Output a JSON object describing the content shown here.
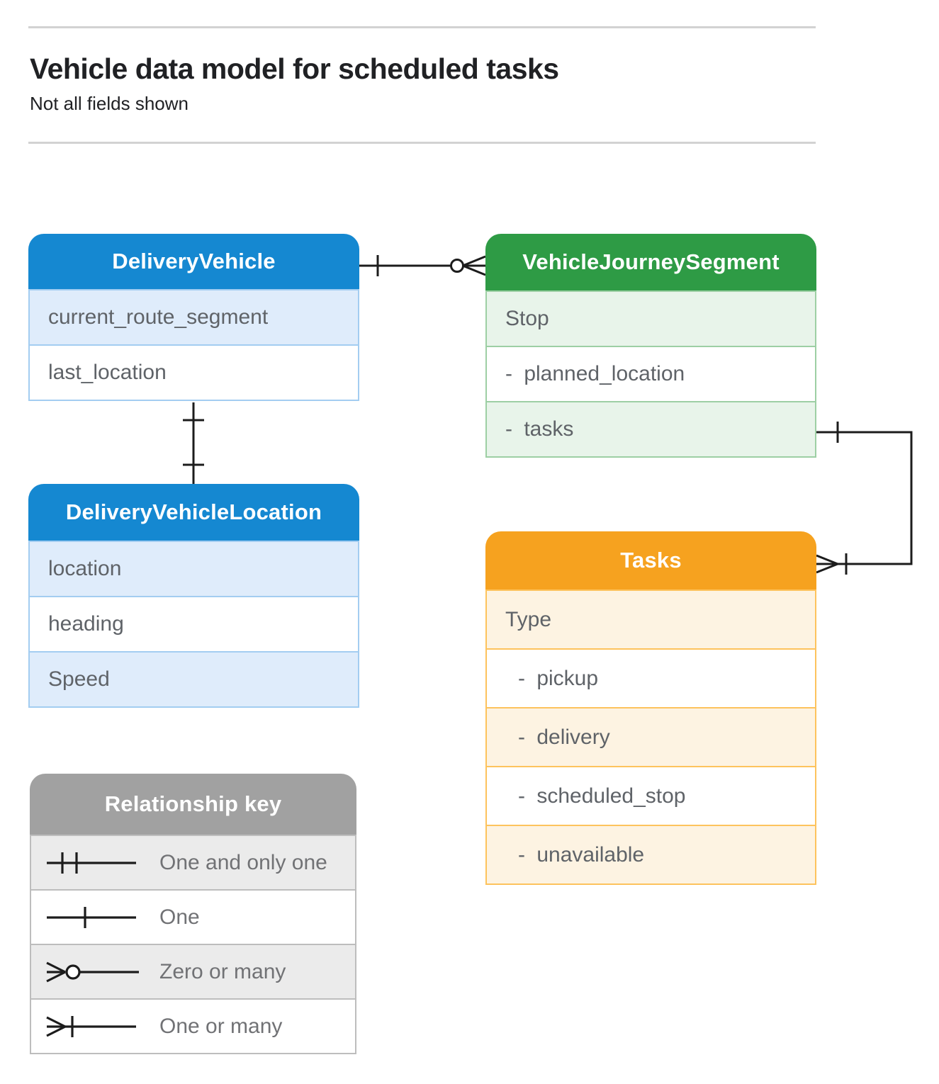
{
  "page": {
    "title": "Vehicle data model for scheduled tasks",
    "subtitle": "Not all fields shown"
  },
  "colors": {
    "blue": "#1588d1",
    "blueLight": "#dfecfb",
    "blueBorder": "#a3cdf1",
    "green": "#2e9b45",
    "greenLight": "#e8f4ea",
    "greenBorder": "#9dcfa4",
    "orange": "#f6a21f",
    "orangeLight": "#fdf3e2",
    "orangeBorder": "#fdc35d",
    "gray": "#a1a1a1",
    "grayLight": "#ebebeb",
    "grayBorder": "#bdbdbd",
    "line": "#1c1c1c",
    "text": "#5f6368",
    "keyText": "#717275",
    "titleText": "#202124",
    "rule": "#d2d2d2"
  },
  "entities": {
    "delivery_vehicle": {
      "title": "DeliveryVehicle",
      "fields": [
        "current_route_segment",
        "last_location"
      ]
    },
    "vehicle_journey_segment": {
      "title": "VehicleJourneySegment",
      "fields": [
        "Stop",
        "- planned_location",
        "- tasks"
      ]
    },
    "delivery_vehicle_location": {
      "title": "DeliveryVehicleLocation",
      "fields": [
        "location",
        "heading",
        "Speed"
      ]
    },
    "tasks": {
      "title": "Tasks",
      "fields": [
        "Type",
        "- pickup",
        "- delivery",
        "- scheduled_stop",
        "- unavailable"
      ]
    }
  },
  "legend": {
    "title": "Relationship key",
    "items": [
      {
        "symbol": "one-and-only-one",
        "label": "One and only one"
      },
      {
        "symbol": "one",
        "label": "One"
      },
      {
        "symbol": "zero-or-many",
        "label": "Zero or many"
      },
      {
        "symbol": "one-or-many",
        "label": "One or many"
      }
    ]
  },
  "connectors": [
    {
      "from": "DeliveryVehicle",
      "to": "VehicleJourneySegment",
      "from_cardinality": "one",
      "to_cardinality": "zero-or-many"
    },
    {
      "from": "DeliveryVehicle",
      "to": "DeliveryVehicleLocation",
      "from_cardinality": "one",
      "to_cardinality": "one"
    },
    {
      "from": "VehicleJourneySegment.tasks",
      "to": "Tasks",
      "from_cardinality": "one",
      "to_cardinality": "one-or-many"
    }
  ]
}
